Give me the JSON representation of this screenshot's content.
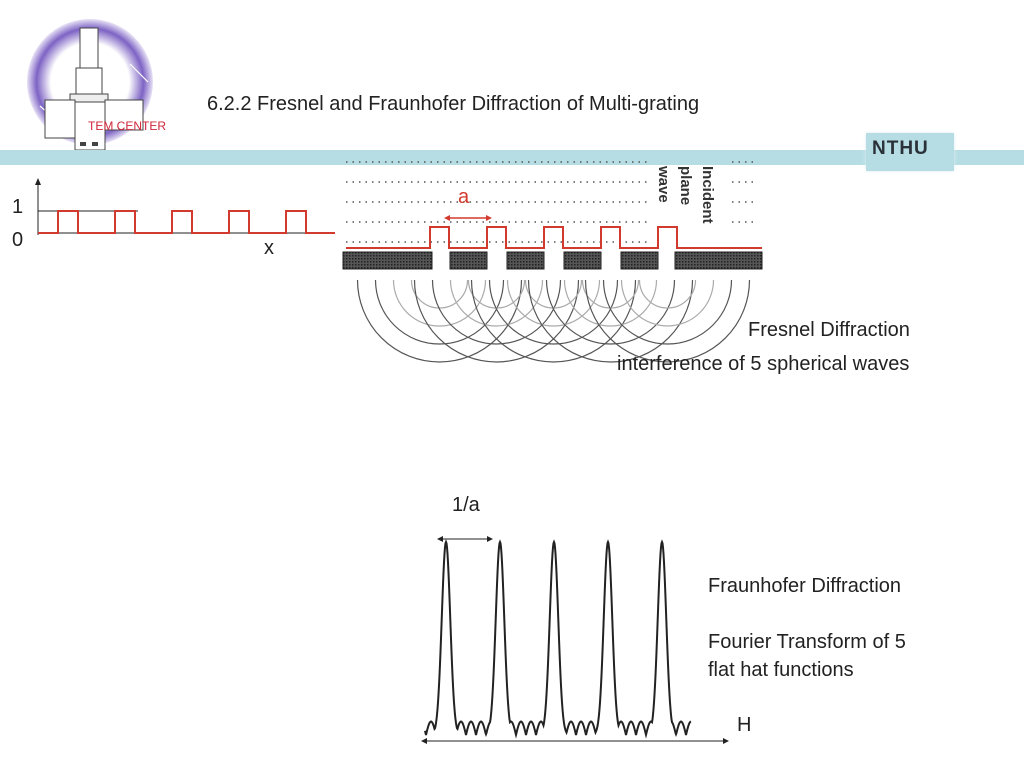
{
  "header": {
    "logo_text": "TEM CENTER",
    "title": "6.2.2 Fresnel and Fraunhofer Diffraction of Multi-grating",
    "institution": "NTHU"
  },
  "colors": {
    "band": "#b5dde3",
    "signal_red": "#d23a2e",
    "grating_dark": "#3a3a3a",
    "logo_purple": "#5b3fa8",
    "logo_red": "#d0263a"
  },
  "square_wave": {
    "y_tick_high": "1",
    "y_tick_low": "0",
    "x_label": "x",
    "num_pulses": 5
  },
  "grating": {
    "spacing_label": "a",
    "incident_label_lines": [
      "Incident",
      "plane",
      "wave"
    ],
    "num_slits": 5
  },
  "fresnel": {
    "heading": "Fresnel Diffraction",
    "caption": "interference of 5 spherical waves"
  },
  "fraunhofer": {
    "spacing_label": "1/a",
    "axis_label": "H",
    "heading": "Fraunhofer Diffraction",
    "caption_line1": "Fourier Transform of 5",
    "caption_line2": "flat hat functions",
    "num_peaks": 5
  }
}
